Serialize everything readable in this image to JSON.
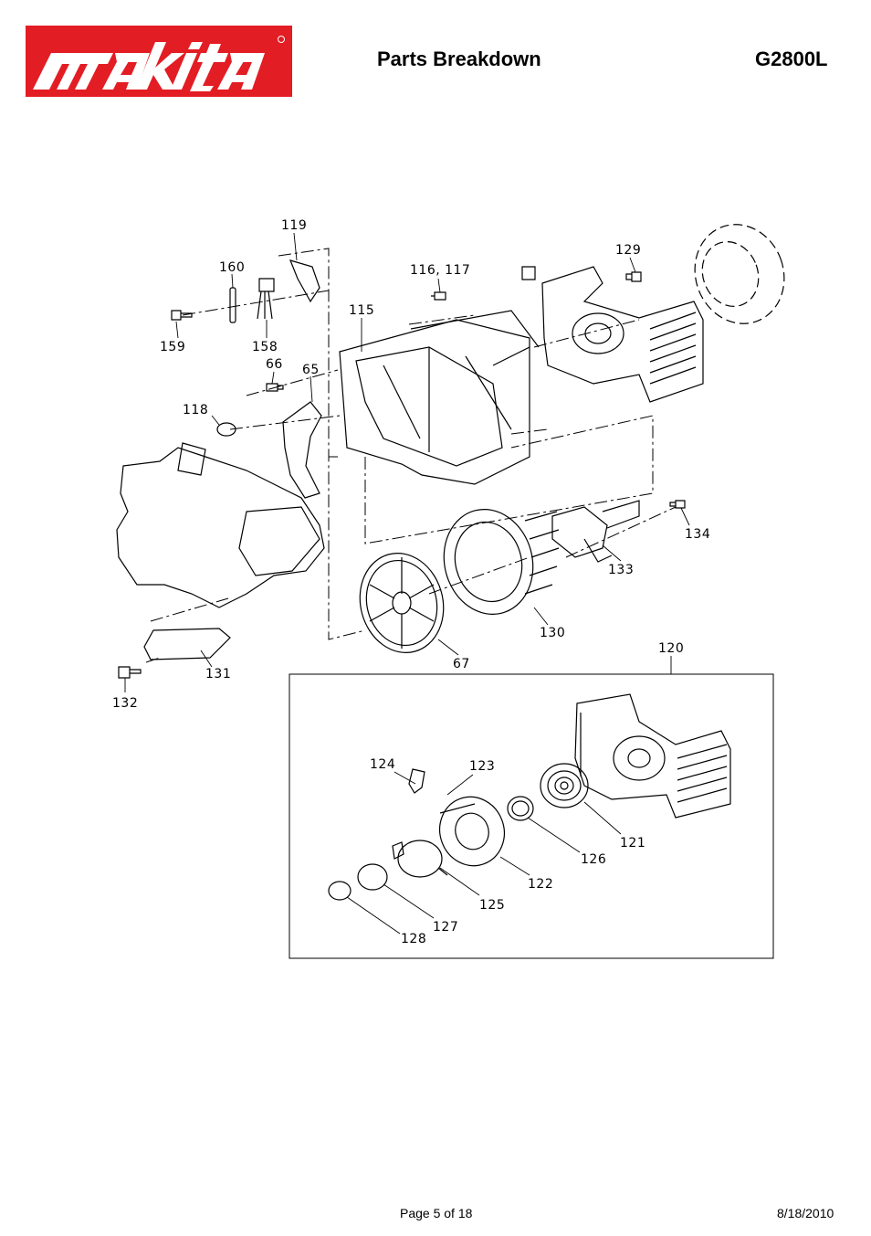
{
  "header": {
    "brand": "makita",
    "title": "Parts Breakdown",
    "model": "G2800L"
  },
  "diagram": {
    "callouts": [
      "119",
      "160",
      "116, 117",
      "129",
      "159",
      "158",
      "115",
      "66",
      "65",
      "118",
      "134",
      "133",
      "130",
      "67",
      "120",
      "131",
      "132",
      "124",
      "123",
      "121",
      "126",
      "122",
      "125",
      "127",
      "128"
    ]
  },
  "footer": {
    "page": "Page 5 of 18",
    "date": "8/18/2010"
  },
  "colors": {
    "brand_red": "#e31d24"
  }
}
